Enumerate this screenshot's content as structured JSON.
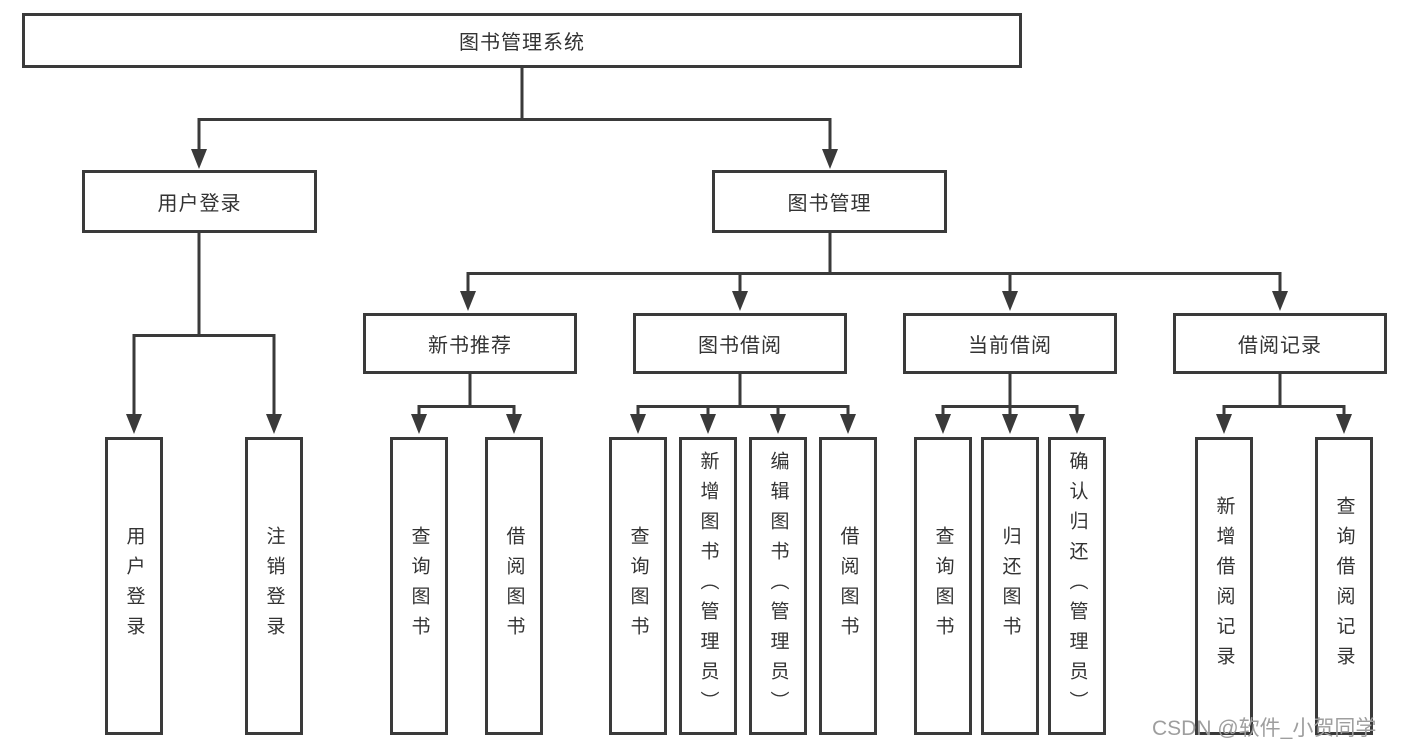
{
  "nodes": {
    "root": "图书管理系统",
    "level2": {
      "user_login": "用户登录",
      "book_mgmt": "图书管理"
    },
    "level3": {
      "new_books": "新书推荐",
      "book_borrow": "图书借阅",
      "current_borrow": "当前借阅",
      "borrow_records": "借阅记录"
    },
    "leaves": {
      "user_login": [
        "用户登录",
        "注销登录"
      ],
      "new_books": [
        "查询图书",
        "借阅图书"
      ],
      "book_borrow": [
        "查询图书",
        "新增图书（管理员）",
        "编辑图书（管理员）",
        "借阅图书"
      ],
      "current_borrow": [
        "查询图书",
        "归还图书",
        "确认归还（管理员）"
      ],
      "borrow_records": [
        "新增借阅记录",
        "查询借阅记录"
      ]
    }
  },
  "watermark": "CSDN @软件_小贺同学",
  "colors": {
    "line": "#3a3a3a",
    "text": "#333333",
    "watermark": "#9e9e9e",
    "background": "#ffffff"
  }
}
